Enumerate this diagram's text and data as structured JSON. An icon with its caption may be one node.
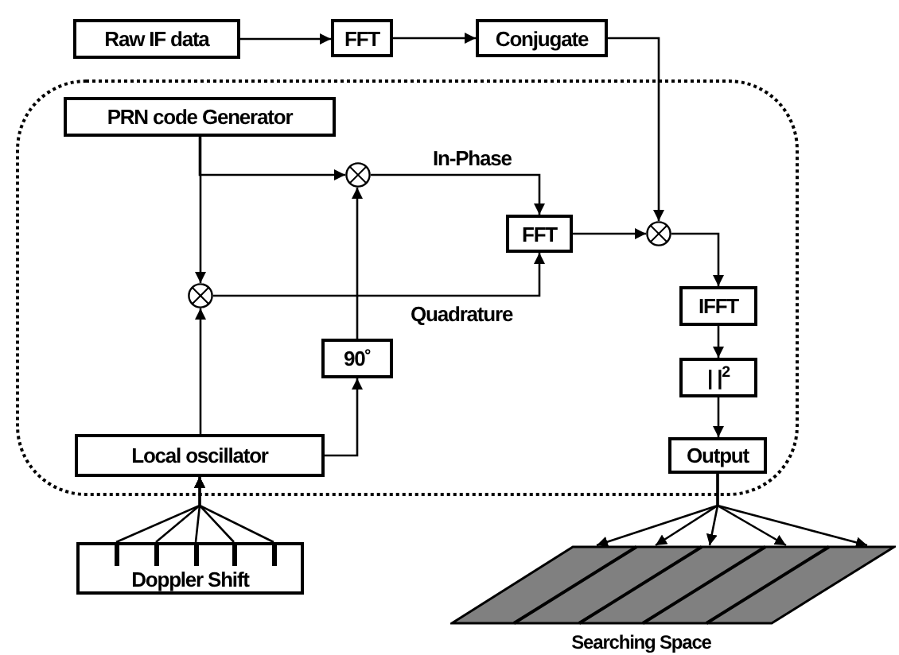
{
  "diagram": {
    "nodes": [
      {
        "text": [
          "Raw IF data"
        ]
      },
      {
        "text": [
          "FFT"
        ]
      },
      {
        "text": [
          "Conjugate"
        ]
      },
      {
        "text": [],
        "shape": "box"
      },
      {
        "text": [
          "PRN code Generator"
        ],
        "in": 3
      },
      {
        "text": [],
        "shape": "circle",
        "in": 3
      },
      {
        "text": [],
        "shape": "circle",
        "in": 3
      },
      {
        "text": [
          "FFT"
        ],
        "in": 3
      },
      {
        "text": [],
        "shape": "circle",
        "in": 3
      },
      {
        "text": [
          "IFFT"
        ],
        "in": 3
      },
      {
        "text": [
          "| |$^{2}$"
        ],
        "in": 3
      },
      {
        "text": [
          "90˚"
        ],
        "in": 3
      },
      {
        "text": [
          "Local oscillator"
        ],
        "in": 3
      },
      {
        "text": [
          "Output"
        ],
        "in": 3
      },
      {
        "text": [
          "Doppler Shift"
        ]
      },
      {
        "text": [
          "Searching Space"
        ]
      }
    ],
    "edges": [
      {
        "from": 0,
        "to": 1,
        "arrow": "to"
      },
      {
        "from": 1,
        "to": 2,
        "arrow": "to"
      },
      {
        "from": 2,
        "to": 8,
        "arrow": "to"
      },
      {
        "from": 4,
        "to": 5,
        "arrow": "to"
      },
      {
        "from": 4,
        "to": 6,
        "arrow": "to"
      },
      {
        "from": 5,
        "to": 7,
        "arrow": "to",
        "label": "In-Phase"
      },
      {
        "from": 6,
        "to": 7,
        "arrow": "to",
        "label": "Quadrature"
      },
      {
        "from": 12,
        "to": 6,
        "arrow": "to"
      },
      {
        "from": 12,
        "to": 11,
        "arrow": "to"
      },
      {
        "from": 11,
        "to": 5,
        "arrow": "to"
      },
      {
        "from": 7,
        "to": 8,
        "arrow": "to"
      },
      {
        "from": 8,
        "to": 9,
        "arrow": "to"
      },
      {
        "from": 9,
        "to": 10,
        "arrow": "to"
      },
      {
        "from": 10,
        "to": 13,
        "arrow": "to"
      },
      {
        "from": 14,
        "to": 12,
        "arrow": "to"
      },
      {
        "from": 14,
        "to": 12,
        "arrow": "to"
      },
      {
        "from": 14,
        "to": 12,
        "arrow": "to"
      },
      {
        "from": 14,
        "to": 12,
        "arrow": "to"
      },
      {
        "from": 14,
        "to": 12,
        "arrow": "to"
      },
      {
        "from": 13,
        "to": 15,
        "arrow": "to"
      },
      {
        "from": 13,
        "to": 15,
        "arrow": "to"
      },
      {
        "from": 13,
        "to": 15,
        "arrow": "to"
      },
      {
        "from": 13,
        "to": 15,
        "arrow": "to"
      },
      {
        "from": 13,
        "to": 15,
        "arrow": "to"
      }
    ]
  }
}
